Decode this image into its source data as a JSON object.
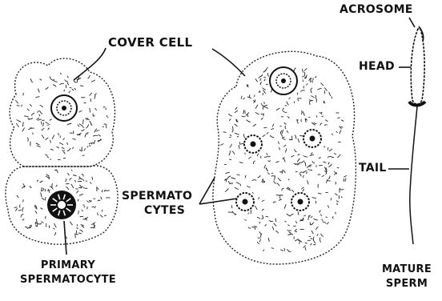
{
  "labels": {
    "cover_cell": "COVER CELL",
    "acrosome": "ACROSOME",
    "head": "HEAD",
    "tail": "TAIL",
    "spermatocytes_line1": "SPERMATO",
    "spermatocytes_line2": "CYTES",
    "primary_line1": "PRIMARY",
    "primary_line2": "SPERMATOCYTE",
    "mature_line1": "MATURE",
    "mature_line2": "SPERM"
  },
  "colors": {
    "ink": "#111111",
    "paper": "#ffffff"
  }
}
